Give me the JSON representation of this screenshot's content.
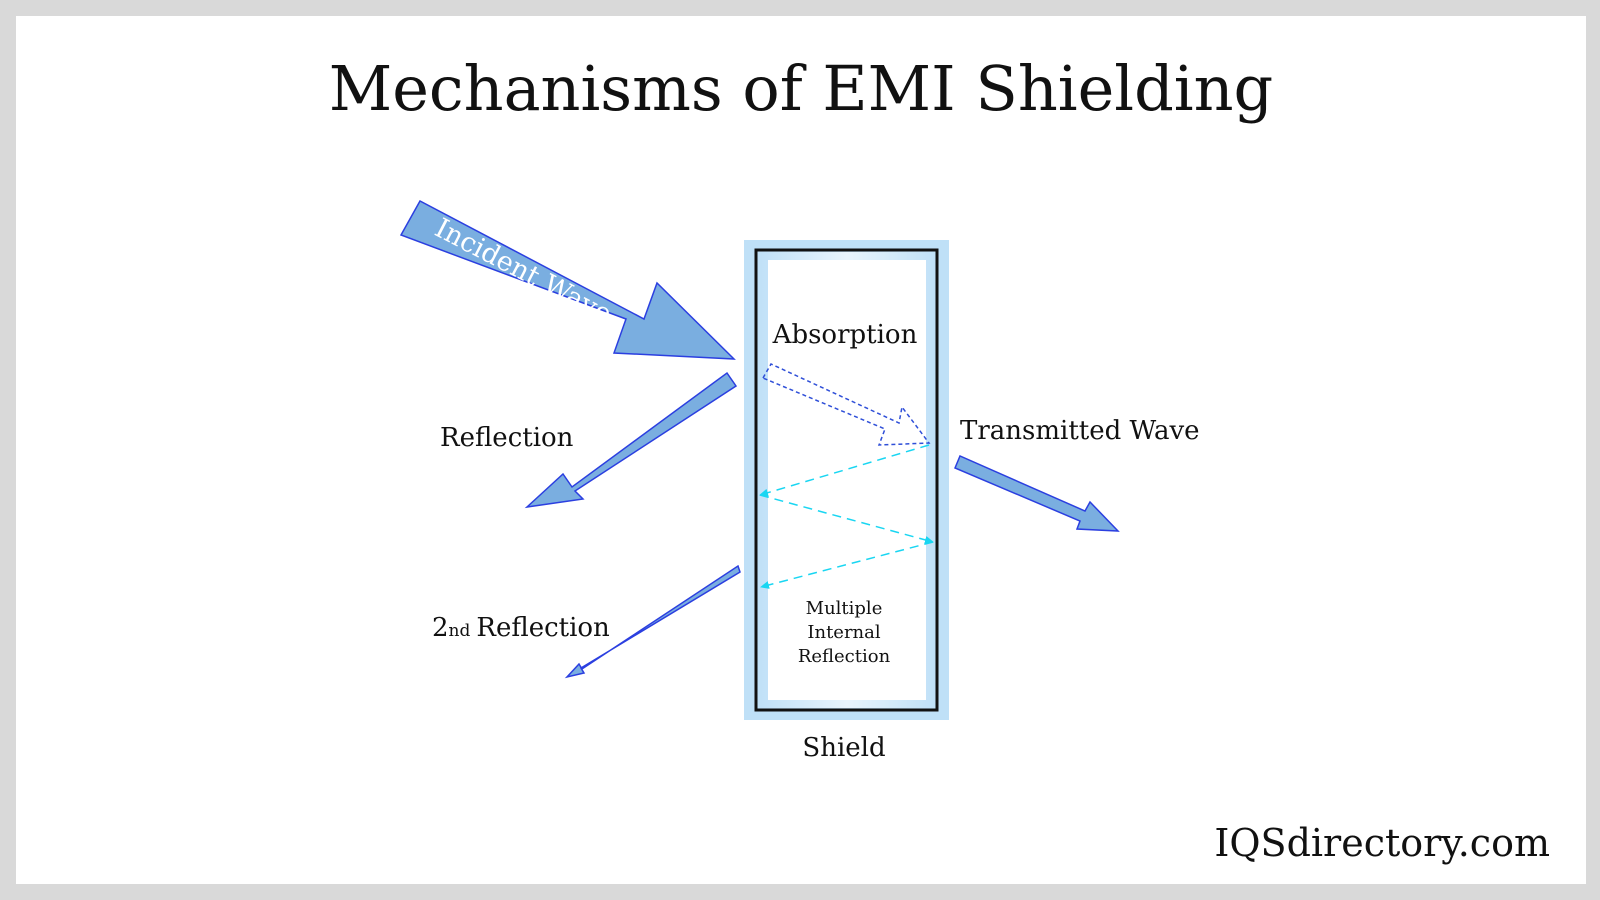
{
  "diagram": {
    "title": "Mechanisms of EMI Shielding",
    "labels": {
      "incident": "Incident Wave",
      "absorption": "Absorption",
      "reflection": "Reflection",
      "second_reflection_ordinal": "2",
      "second_reflection_suffix": "nd",
      "second_reflection_text": "Reflection",
      "transmitted": "Transmitted Wave",
      "multiple_line1": "Multiple",
      "multiple_line2": "Internal",
      "multiple_line3": "Reflection",
      "shield": "Shield"
    },
    "watermark": "IQSdirectory.com",
    "colors": {
      "arrow_fill": "#7aaee0",
      "arrow_stroke": "#2b3fe0",
      "dashed_arrow": "#2f4fd8",
      "internal_ray": "#19d6f2",
      "shield_glow": "#bfe0f7",
      "shield_border": "#111111"
    }
  }
}
